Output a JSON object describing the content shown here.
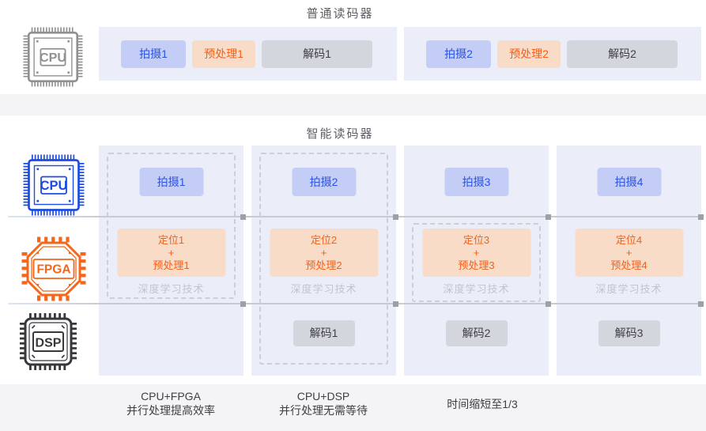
{
  "palette": {
    "accent_blue": "#2b53e3",
    "accent_orange": "#f4601a",
    "capture_bg": "#c4cdf6",
    "preprocess_bg": "#f9dcc7",
    "decode_bg": "#d3d6dd",
    "lane_bg": "#ebeef9",
    "strip_bg": "#f4f4f6",
    "cpu_gray": "#8f9092",
    "cpu_blue": "#1f4ce0",
    "fpga_orange": "#f4661b",
    "dsp_dark": "#37383c"
  },
  "normal_reader": {
    "title": "普通读码器",
    "chip_label": "CPU",
    "cycles": [
      {
        "capture": "拍摄1",
        "preprocess": "预处理1",
        "decode": "解码1"
      },
      {
        "capture": "拍摄2",
        "preprocess": "预处理2",
        "decode": "解码2"
      }
    ]
  },
  "smart_reader": {
    "title": "智能读码器",
    "cpu_chip_label": "CPU",
    "fpga_chip_label": "FPGA",
    "dsp_chip_label": "DSP",
    "columns": [
      {
        "capture": "拍摄1",
        "locate": "定位1",
        "plus": "+",
        "preprocess": "预处理1",
        "tech_note": "深度学习技术"
      },
      {
        "capture": "拍摄2",
        "locate": "定位2",
        "plus": "+",
        "preprocess": "预处理2",
        "tech_note": "深度学习技术",
        "decode": "解码1"
      },
      {
        "capture": "拍摄3",
        "locate": "定位3",
        "plus": "+",
        "preprocess": "预处理3",
        "tech_note": "深度学习技术",
        "decode": "解码2"
      },
      {
        "capture": "拍摄4",
        "locate": "定位4",
        "plus": "+",
        "preprocess": "预处理4",
        "tech_note": "深度学习技术",
        "decode": "解码3"
      }
    ]
  },
  "captions": [
    {
      "line1": "CPU+FPGA",
      "line2": "并行处理提高效率"
    },
    {
      "line1": "CPU+DSP",
      "line2": "并行处理无需等待"
    },
    {
      "line1": "时间缩短至1/3"
    }
  ]
}
